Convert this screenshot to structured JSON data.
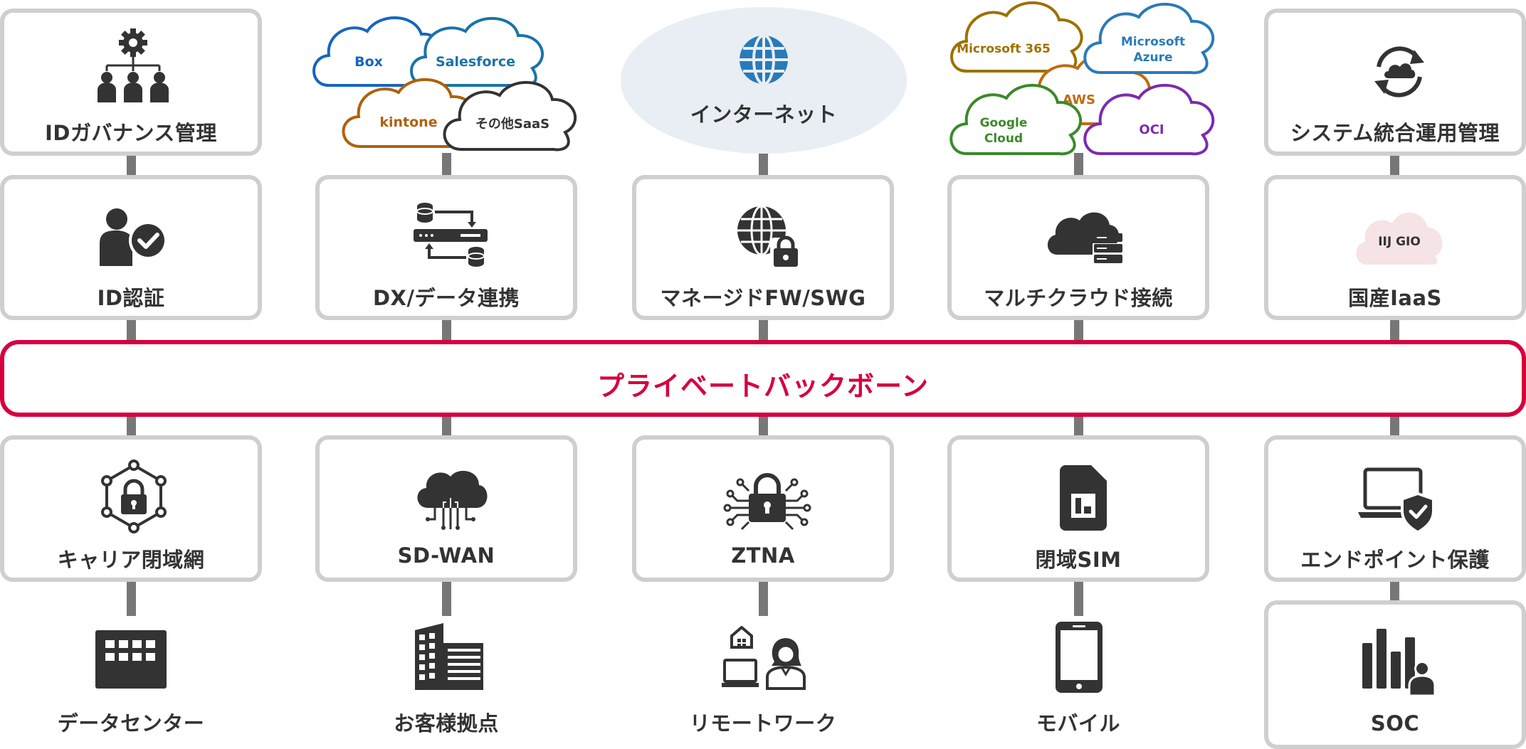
{
  "top_row": {
    "idgov": "IDガバナンス管理",
    "saas_clouds": {
      "box": "Box",
      "salesforce": "Salesforce",
      "kintone": "kintone",
      "other": "その他SaaS"
    },
    "internet": "インターネット",
    "public_clouds": {
      "m365": "Microsoft 365",
      "azure_line1": "Microsoft",
      "azure_line2": "Azure",
      "aws": "AWS",
      "gcp_line1": "Google",
      "gcp_line2": "Cloud",
      "oci": "OCI"
    },
    "sysmgmt": "システム統合運用管理"
  },
  "upper_services": {
    "id_auth": "ID認証",
    "dx": "DX/データ連携",
    "fw": "マネージドFW/SWG",
    "multicloud": "マルチクラウド接続",
    "iaas": "国産IaaS",
    "iaas_badge": "IIJ GIO"
  },
  "backbone": {
    "label": "プライベートバックボーン"
  },
  "lower_services": {
    "carrier": "キャリア閉域網",
    "sdwan": "SD-WAN",
    "ztna": "ZTNA",
    "sim": "閉域SIM",
    "endpoint": "エンドポイント保護"
  },
  "bottom_row": {
    "dc": "データセンター",
    "office": "お客様拠点",
    "remote": "リモートワーク",
    "mobile": "モバイル",
    "soc": "SOC"
  },
  "colors": {
    "backbone": "#d6003d",
    "box_border": "#cfcfcf",
    "icon": "#333333",
    "internet_bg": "#e8eef4",
    "box_blue": "#1565c0",
    "salesforce_blue": "#1a73a8",
    "kintone_brown": "#b0600a",
    "m365_gold": "#9b7100",
    "azure_blue": "#2a7ab9",
    "aws_orange": "#c06a10",
    "gcp_green": "#3a8a2a",
    "oci_purple": "#7b2bb0",
    "iaas_pink": "#f6e3e6"
  },
  "icons": [
    "org-gear-icon",
    "user-check-icon",
    "data-sync-icon",
    "globe-lock-icon",
    "cloud-server-icon",
    "cloud-cycle-icon",
    "lock-network-icon",
    "cloud-circuit-icon",
    "lock-chip-icon",
    "sim-card-icon",
    "laptop-shield-icon",
    "datacenter-building-icon",
    "office-building-icon",
    "remote-work-icon",
    "smartphone-icon",
    "soc-analyst-icon",
    "globe-icon"
  ]
}
